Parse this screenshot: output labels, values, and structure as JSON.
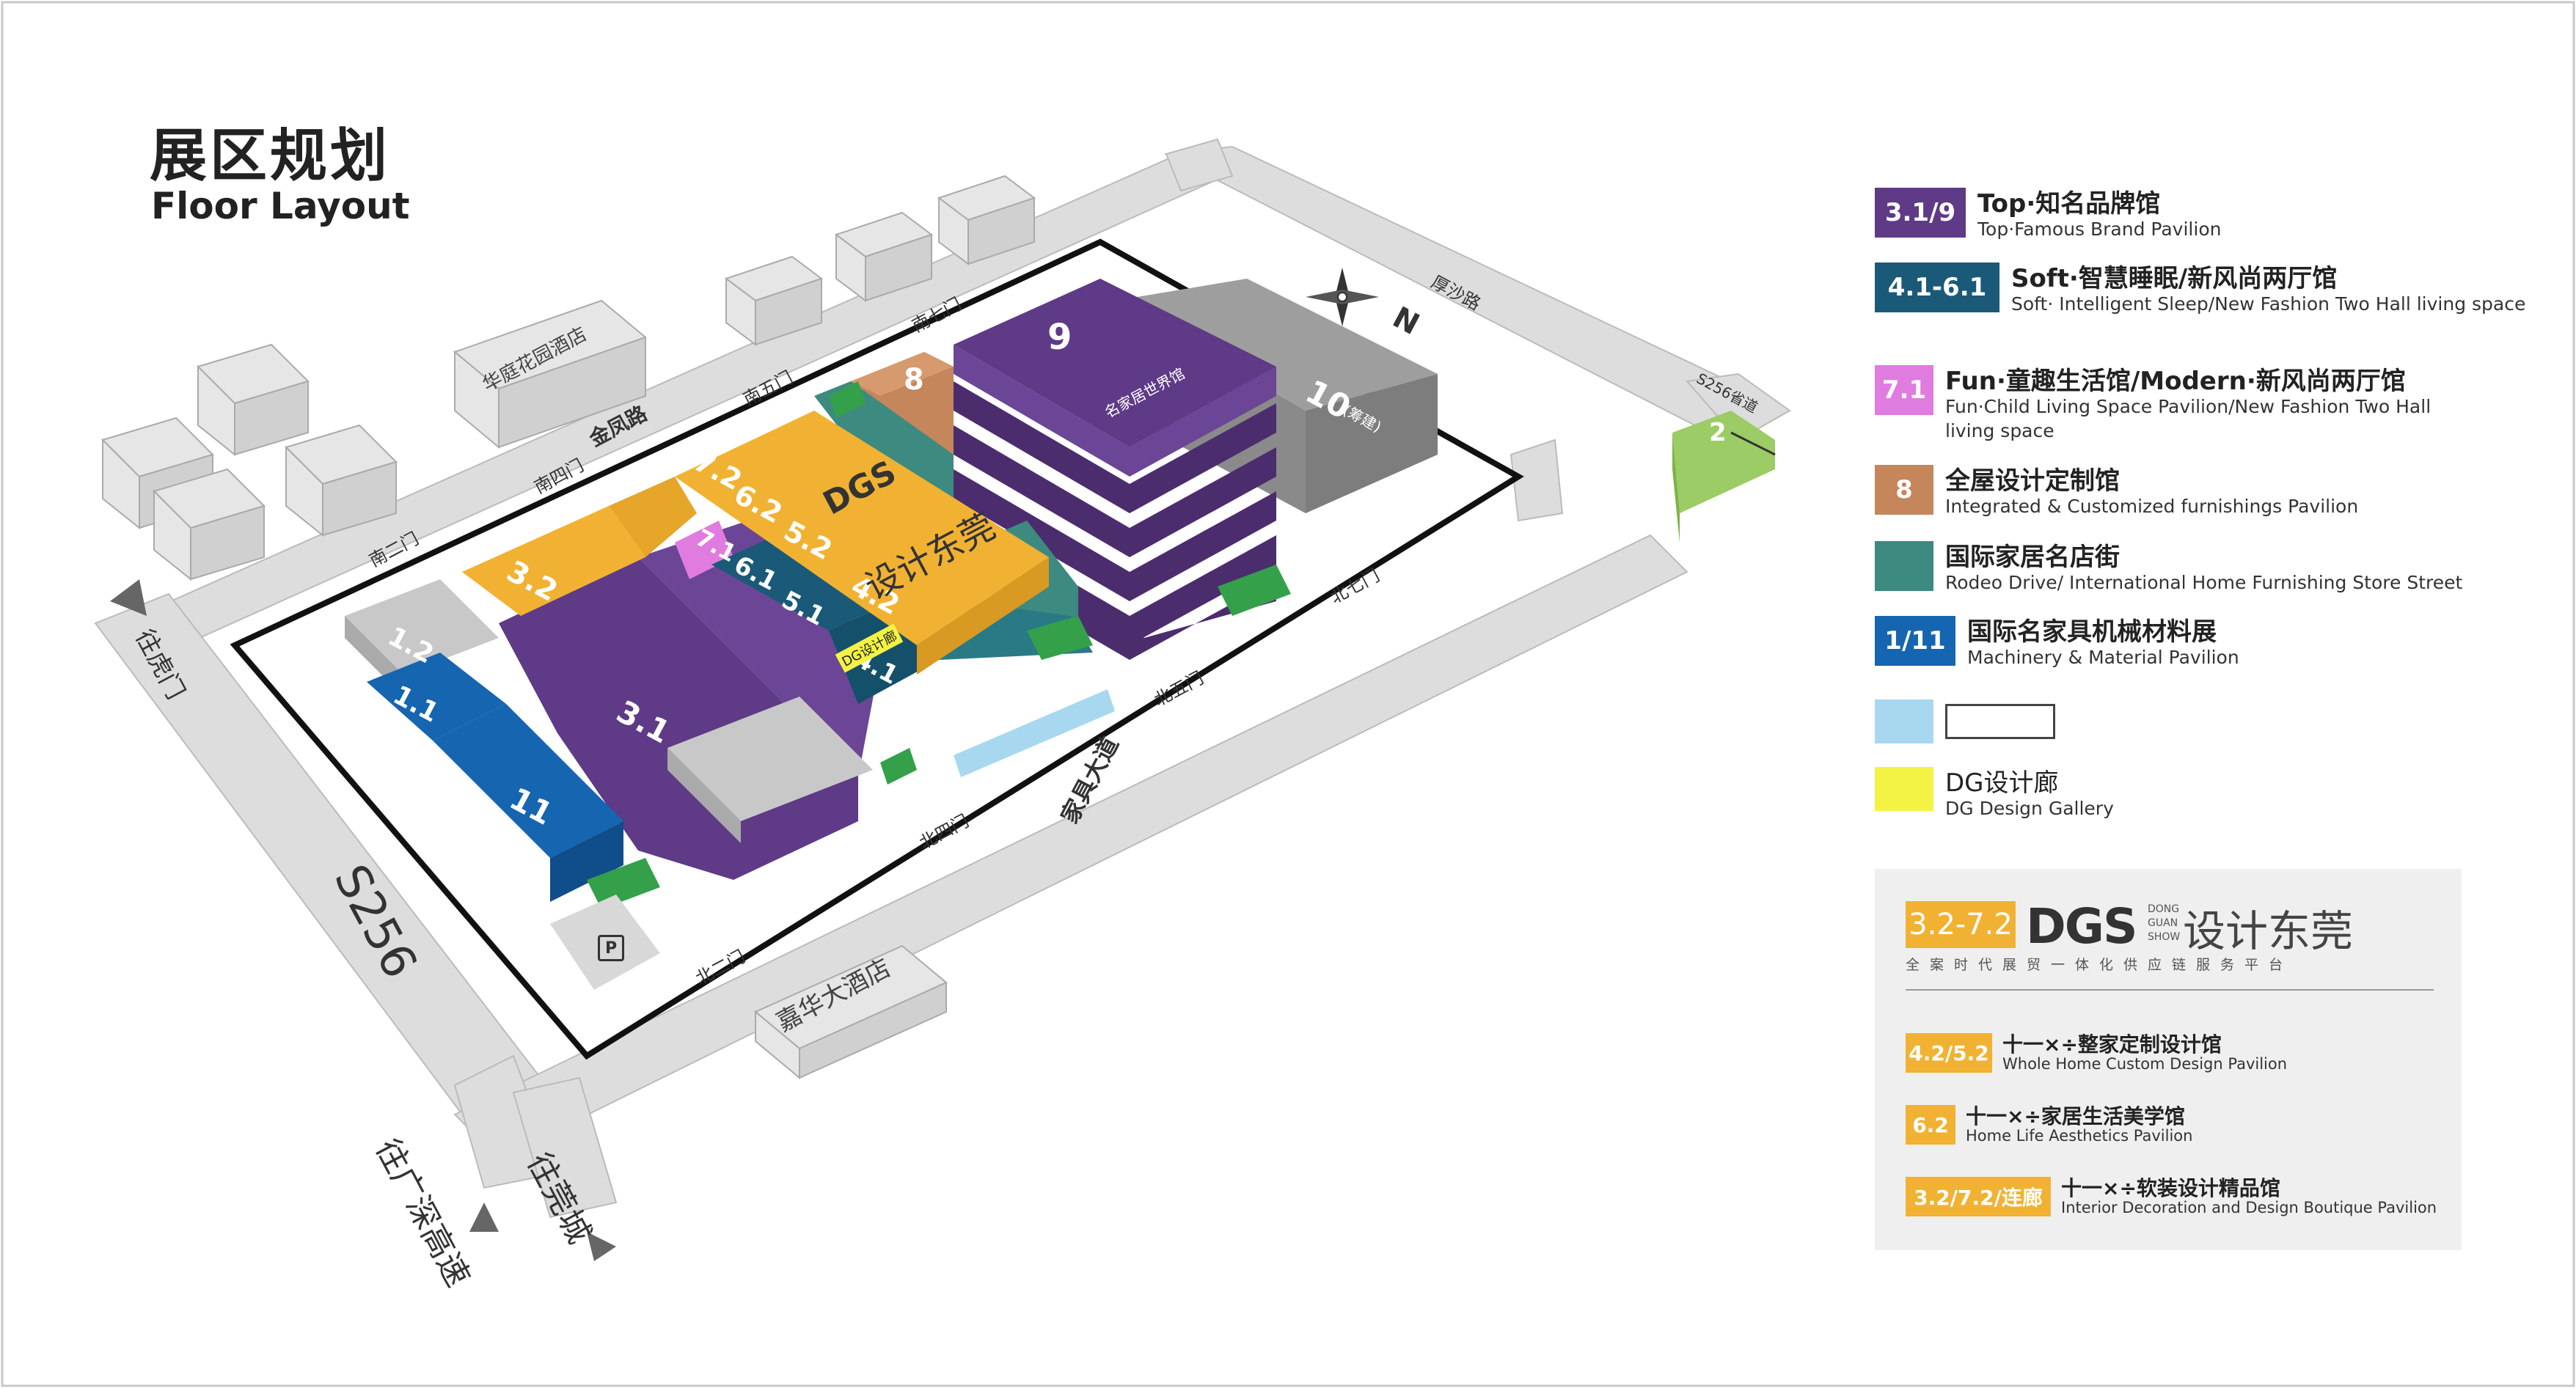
{
  "title": {
    "cn": "展区规划",
    "en": "Floor Layout"
  },
  "map": {
    "halls": {
      "h9": "9",
      "h10": "10",
      "h10_note": "(筹建)",
      "h8": "8",
      "h7_2": "7.2",
      "h6_2": "6.2",
      "h5_2": "5.2",
      "h4_2": "4.2",
      "h7_1": "7.1",
      "h6_1": "6.1",
      "h5_1": "5.1",
      "h4_1": "4.1",
      "h3_2": "3.2",
      "h3_1": "3.1",
      "h1_2": "1.2",
      "h1_1": "1.1",
      "h11": "11",
      "h2": "2",
      "dgs_roof_logo": "DGS",
      "dgs_roof_name": "设计东莞",
      "hall9_brand": "名家居世界馆",
      "dg_gallery_tag": "DG设计廊"
    },
    "gates": {
      "south2": "南二门",
      "south4": "南四门",
      "south5": "南五门",
      "south7": "南七门",
      "north2": "北二门",
      "north4": "北四门",
      "north5": "北五门",
      "north7": "北七门"
    },
    "roads": {
      "jinfu": "金凤路",
      "housha": "厚沙路",
      "jiaju": "家具大道",
      "s256": "S256",
      "s256_side": "S256省道",
      "to_humen": "往虎门",
      "to_guangshen": "往广深高速",
      "to_guancheng": "往莞城"
    },
    "buildings": {
      "huating": "华庭花园酒店",
      "jiahua": "嘉华大酒店"
    },
    "compass": "N",
    "parking": "P"
  },
  "legend": [
    {
      "label": "3.1/9",
      "color": "#5e3a87",
      "cn": "Top·知名品牌馆",
      "en": "Top·Famous Brand Pavilion"
    },
    {
      "label": "4.1-6.1",
      "color": "#1a5a78",
      "cn": "Soft·智慧睡眠/新风尚两厅馆",
      "en": "Soft· Intelligent Sleep/New Fashion Two Hall living space"
    },
    {
      "label": "7.1",
      "color": "#e07be0",
      "cn": "Fun·童趣生活馆/Modern·新风尚两厅馆",
      "en": "Fun·Child Living Space Pavilion/New Fashion Two Hall living space"
    },
    {
      "label": "8",
      "color": "#c4865a",
      "cn": "全屋设计定制馆",
      "en": "Integrated & Customized furnishings Pavilion"
    },
    {
      "label": "",
      "color": "#3d8a80",
      "cn": "国际家居名店街",
      "en": "Rodeo Drive/ International Home Furnishing Store Street"
    },
    {
      "label": "1/11",
      "color": "#1565b0",
      "cn": "国际名家具机械材料展",
      "en": "Machinery & Material Pavilion"
    },
    {
      "label": "",
      "color": "#a8d8f0",
      "cn": "",
      "en": ""
    },
    {
      "label": "",
      "color": "#f3f345",
      "cn": "DG设计廊",
      "en": "DG Design Gallery"
    }
  ],
  "dgs": {
    "date": "3.2-7.2",
    "logo": "DGS",
    "mini": [
      "DONG",
      "GUAN",
      "SHOW"
    ],
    "name": "设计东莞",
    "slogan": "全案时代展贸一体化供应链服务平台",
    "items": [
      {
        "label": "4.2/5.2",
        "cn": "十一×÷整家定制设计馆",
        "en": "Whole Home Custom Design Pavilion"
      },
      {
        "label": "6.2",
        "cn": "十一×÷家居生活美学馆",
        "en": "Home Life Aesthetics Pavilion"
      },
      {
        "label": "3.2/7.2/连廊",
        "cn": "十一×÷软装设计精品馆",
        "en": "Interior Decoration and Design Boutique Pavilion"
      }
    ]
  },
  "colors": {
    "purple": "#5e3a87",
    "orange": "#f1b233",
    "teal": "#3d8a80",
    "blue": "#1565b0",
    "gray": "#9e9e9e",
    "green": "#34a04a"
  }
}
